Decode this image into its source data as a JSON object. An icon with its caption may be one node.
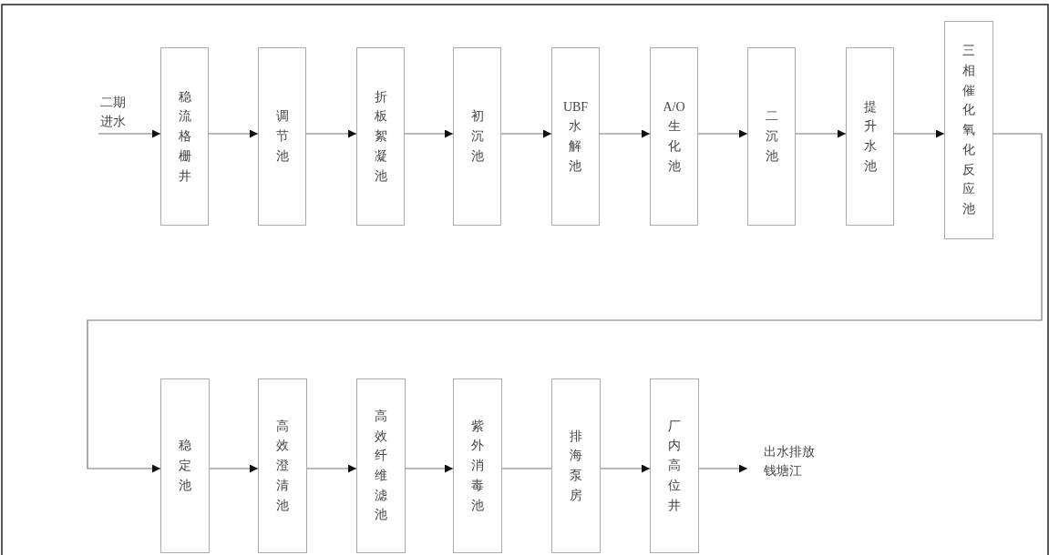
{
  "diagram": {
    "nodes": [
      {
        "text": [
          "二期进水"
        ]
      },
      {
        "text": [
          "稳流格栅井"
        ]
      },
      {
        "text": [
          "调节池"
        ]
      },
      {
        "text": [
          "折板絮凝池"
        ]
      },
      {
        "text": [
          "初沉池"
        ]
      },
      {
        "text": [
          "UBF水解池"
        ]
      },
      {
        "text": [
          "A/O生化池"
        ]
      },
      {
        "text": [
          "二沉池"
        ]
      },
      {
        "text": [
          "提升水池"
        ]
      },
      {
        "text": [
          "三相催化氧化反应池"
        ]
      },
      {
        "text": [
          "稳定池"
        ]
      },
      {
        "text": [
          "高效澄清池"
        ]
      },
      {
        "text": [
          "高效纤维滤池"
        ]
      },
      {
        "text": [
          "紫外消毒池"
        ]
      },
      {
        "text": [
          "排海泵房"
        ]
      },
      {
        "text": [
          "厂内高位井"
        ]
      },
      {
        "text": [
          "出水排放钱塘江"
        ]
      }
    ],
    "edges": [
      {
        "from": 0,
        "to": 1,
        "arrow": "to"
      },
      {
        "from": 1,
        "to": 2,
        "arrow": "to"
      },
      {
        "from": 2,
        "to": 3,
        "arrow": "to"
      },
      {
        "from": 3,
        "to": 4,
        "arrow": "to"
      },
      {
        "from": 4,
        "to": 5,
        "arrow": "to"
      },
      {
        "from": 5,
        "to": 6,
        "arrow": "to"
      },
      {
        "from": 6,
        "to": 7,
        "arrow": "to"
      },
      {
        "from": 7,
        "to": 8,
        "arrow": "to"
      },
      {
        "from": 8,
        "to": 9,
        "arrow": "to"
      },
      {
        "from": 9,
        "to": 10,
        "arrow": "to"
      },
      {
        "from": 10,
        "to": 11,
        "arrow": "to"
      },
      {
        "from": 11,
        "to": 12,
        "arrow": "to"
      },
      {
        "from": 12,
        "to": 13,
        "arrow": "to"
      },
      {
        "from": 13,
        "to": 14,
        "arrow": "none"
      },
      {
        "from": 14,
        "to": 15,
        "arrow": "to"
      },
      {
        "from": 15,
        "to": 16,
        "arrow": "to"
      }
    ]
  }
}
